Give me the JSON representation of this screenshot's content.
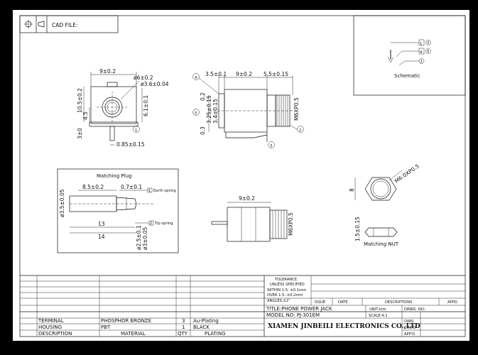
{
  "header": {
    "cad_label": "CAD FILE:"
  },
  "schematic": {
    "title": "Schematic",
    "pins": [
      "1",
      "3",
      "4",
      "5",
      "2"
    ]
  },
  "front_view": {
    "dim_width": "9±0.2",
    "dim_hole_outer": "ø6±0.2",
    "dim_hole_inner": "ø3.6±0.04",
    "dim_height": "10.5±0.2",
    "dim_center": "4.5",
    "dim_bottom_left": "3±0",
    "dim_right": "6.1±0.1",
    "dim_pin": "0.85±0.15",
    "callout_1": "1"
  },
  "side_view": {
    "dim_a": "3.5±0.1",
    "dim_b": "9±0.2",
    "dim_c": "5.5±0.15",
    "dim_02": "0.2",
    "dim_325": "3.25±0.15",
    "dim_34": "3.4±0.15",
    "dim_03": "0.3",
    "thread": "M6XP0.5",
    "callout_4": "4",
    "callout_5": "5",
    "callout_2": "2",
    "callout_3": "3"
  },
  "plug": {
    "title": "Matching Plug",
    "dim_dia": "ø3.5±0.05",
    "dim_85": "8.5±0.2",
    "dim_07": "0.7±0.1",
    "dim_13": "13",
    "dim_14": "14",
    "dim_25": "ø2.5±0.1",
    "dim_3": "ø3±0.05",
    "earth_num": "1",
    "earth": "Earth spring",
    "tip_num": "2",
    "tip": "Tip spring"
  },
  "bottom_view": {
    "dim": "9±0.2",
    "thread": "M6XP0.5"
  },
  "nut": {
    "title": "Matching NUT",
    "thread": "M6.0XP0.5",
    "dim_8": "8",
    "dim_15": "1.5±0.15"
  },
  "title_block": {
    "tolerance_title": "TOLERANCE",
    "tolerance_sub": "UNLESS SPECIFIED",
    "tol_1": "WITHIN 1.5: ±0.1mm",
    "tol_2": "OVER 1.5: ±0.2mm",
    "tol_3": "ANGLES:±2˚",
    "issue": "ISSUE",
    "date": "DATE",
    "descriptions": "DESCRIPTIONS",
    "appd": "APPD.",
    "title": "TITLE:PHONE POWER JACK",
    "unit": "UNIT:mm",
    "drwg": "DRWG. NO:",
    "model": "MODEL NO: PJ-301EM",
    "scale": "SCALE:4:1",
    "dwn": "DWN",
    "company": "XIAMEN JINBEILI ELECTRONICS CO.,LTD",
    "chkd": "CHK'D",
    "appd2": "APP'D"
  },
  "bom": {
    "rows": [
      {
        "name": "TERMINAL",
        "material": "PHOSPHOR BRONZE",
        "qty": "3",
        "plating": "Au-Plating"
      },
      {
        "name": "HOUSING",
        "material": "PBT",
        "qty": "1",
        "plating": "BLACK"
      }
    ],
    "header": {
      "name": "DESCRIPTION",
      "material": "MATERIAL",
      "qty": "QTY",
      "plating": "PLATING"
    }
  }
}
